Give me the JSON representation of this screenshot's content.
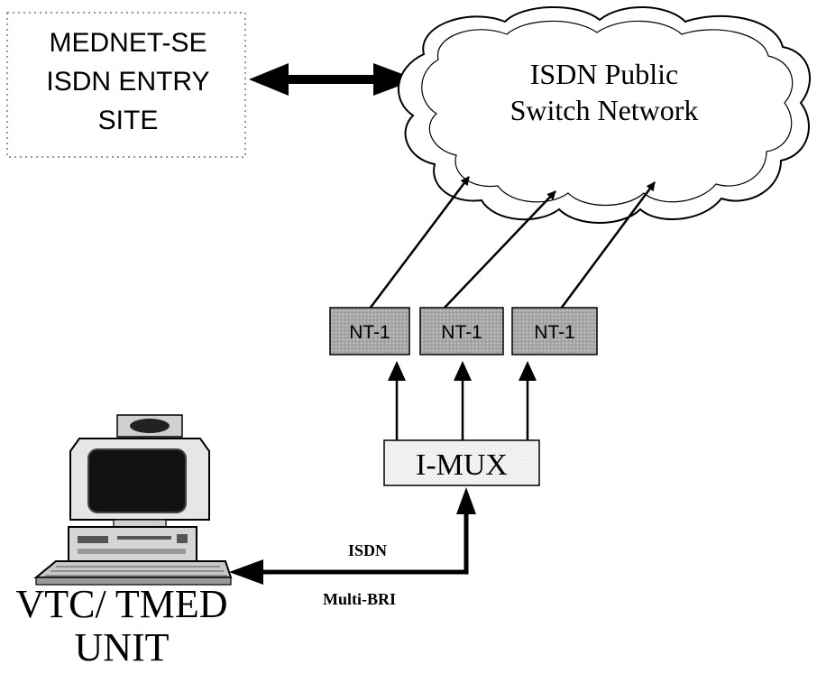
{
  "entry_site": {
    "lines": [
      "MEDNET-SE",
      "ISDN ENTRY",
      "SITE"
    ]
  },
  "cloud": {
    "lines": [
      "ISDN Public",
      "Switch Network"
    ]
  },
  "nt_units": [
    {
      "label": "NT-1"
    },
    {
      "label": "NT-1"
    },
    {
      "label": "NT-1"
    }
  ],
  "imux": {
    "label": "I-MUX"
  },
  "link": {
    "top_label": "ISDN",
    "bottom_label": "Multi-BRI"
  },
  "terminal": {
    "lines": [
      "VTC/ TMED",
      "UNIT"
    ]
  },
  "colors": {
    "line": "#000000",
    "nt_fill": "#a8a8a8",
    "imux_fill": "#f2f2f2",
    "box_border_dotted": "#777777"
  },
  "icons": {
    "terminal": "computer-workstation-icon",
    "cloud": "cloud-icon"
  }
}
